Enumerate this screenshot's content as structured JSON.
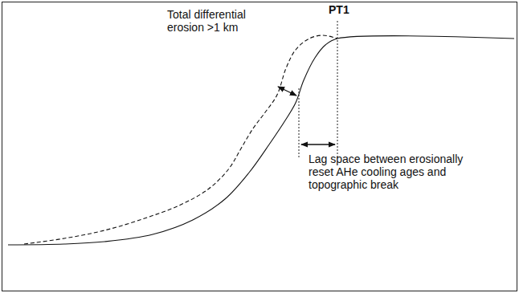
{
  "diagram": {
    "labels": [
      "Total differential erosion >1 km",
      "PT1",
      "Lag space between erosionally reset AHe cooling ages and topographic break"
    ]
  }
}
